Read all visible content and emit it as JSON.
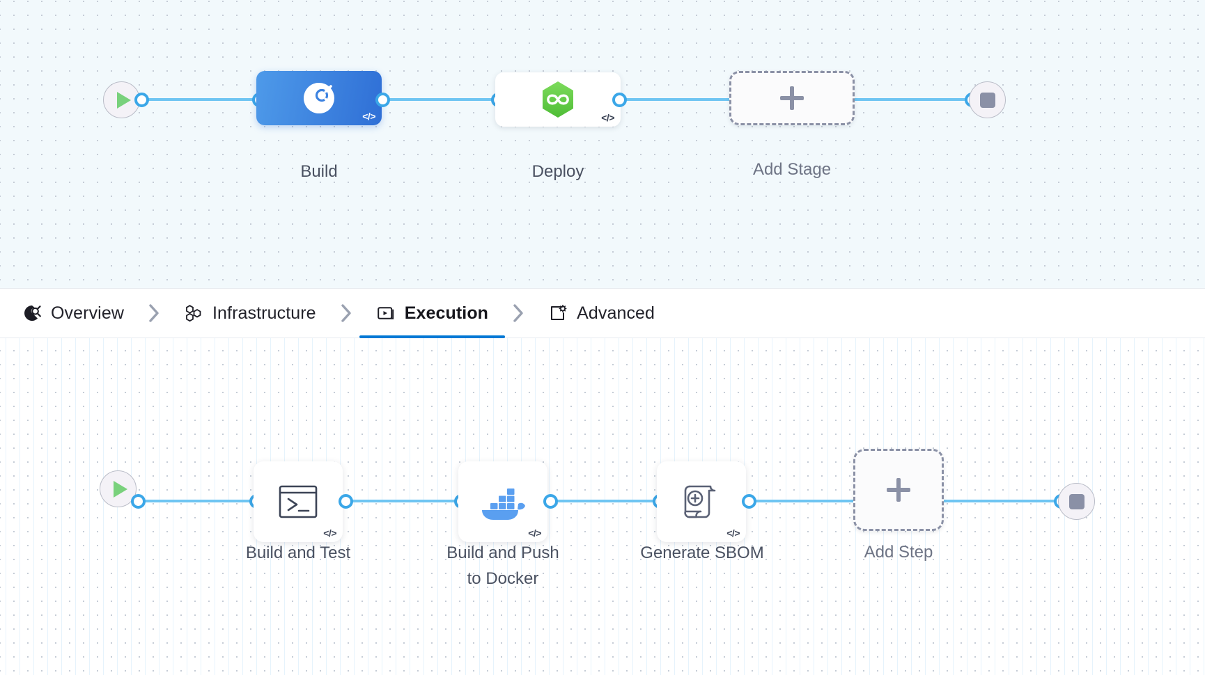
{
  "theme": {
    "accent": "#0278d5",
    "connector": "#6fc5f2",
    "connector_dot_border": "#3ba7e8",
    "stage_gradient_from": "#4e9ae9",
    "stage_gradient_to": "#2f6fd6",
    "dashed_border": "#8b91a6",
    "label_color": "#4a5161",
    "start_play": "#79d17c",
    "stop_square": "#8a90a6",
    "stage_canvas_bg": "#f2f9fc",
    "step_canvas_bg": "#ffffff",
    "docker_blue": "#5a9ff0",
    "cd_green": "#6fd04a"
  },
  "stage_canvas": {
    "start_node": {
      "name": "pipeline-start",
      "icon": "play-icon"
    },
    "end_node": {
      "name": "pipeline-end",
      "icon": "stop-icon"
    },
    "nodes": [
      {
        "id": "build",
        "label": "Build",
        "icon": "harness-ci-icon",
        "type": "stage",
        "selected": true,
        "badge": "</>"
      },
      {
        "id": "deploy",
        "label": "Deploy",
        "icon": "harness-cd-icon",
        "type": "stage",
        "selected": false,
        "badge": "</>"
      },
      {
        "id": "add-stage",
        "label": "Add Stage",
        "icon": "plus-icon",
        "type": "add",
        "selected": false,
        "badge": ""
      }
    ]
  },
  "tabs": {
    "separator": "chevron-right-icon",
    "items": [
      {
        "id": "overview",
        "label": "Overview",
        "icon": "overview-icon",
        "active": false
      },
      {
        "id": "infrastructure",
        "label": "Infrastructure",
        "icon": "infrastructure-icon",
        "active": false
      },
      {
        "id": "execution",
        "label": "Execution",
        "icon": "execution-icon",
        "active": true
      },
      {
        "id": "advanced",
        "label": "Advanced",
        "icon": "advanced-icon",
        "active": false
      }
    ]
  },
  "step_canvas": {
    "start_node": {
      "name": "execution-start",
      "icon": "play-icon"
    },
    "end_node": {
      "name": "execution-end",
      "icon": "stop-icon"
    },
    "nodes": [
      {
        "id": "build-and-test",
        "label": "Build and Test",
        "icon": "terminal-icon",
        "type": "step",
        "badge": "</>"
      },
      {
        "id": "build-and-push-to-docker",
        "label": "Build and Push\nto Docker",
        "icon": "docker-icon",
        "type": "step",
        "badge": "</>"
      },
      {
        "id": "generate-sbom",
        "label": "Generate SBOM",
        "icon": "sbom-scroll-icon",
        "type": "step",
        "badge": "</>"
      },
      {
        "id": "add-step",
        "label": "Add Step",
        "icon": "plus-icon",
        "type": "add",
        "badge": ""
      }
    ]
  }
}
